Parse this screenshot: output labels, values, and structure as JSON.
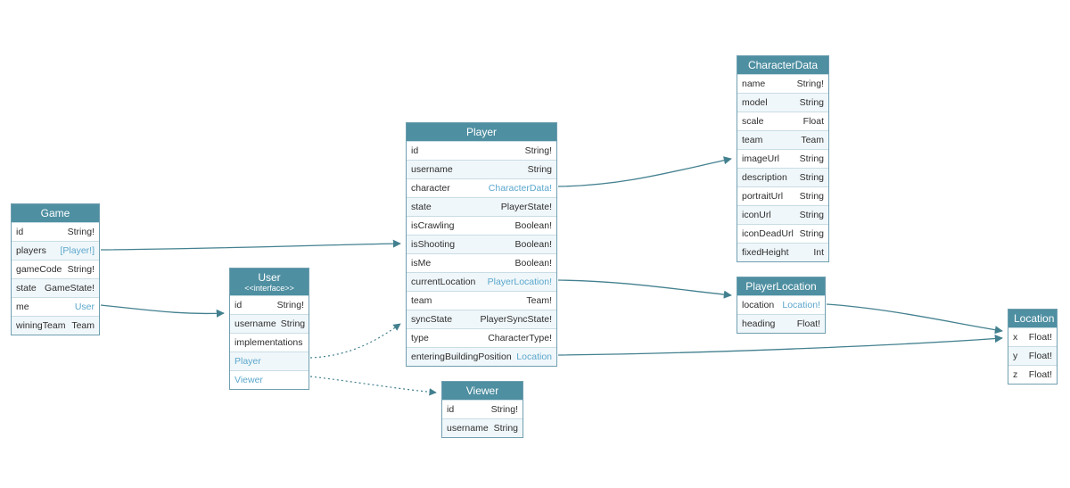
{
  "diagram": {
    "colors": {
      "header_bg": "#4e8fa1",
      "header_text": "#ffffff",
      "link_text": "#5ba7cc",
      "edge": "#43808f",
      "table_border": "#6f9fb0"
    },
    "tables": [
      {
        "title": "Game",
        "rows": [
          {
            "name": "id",
            "type": "String!"
          },
          {
            "name": "players",
            "type": "[Player!]",
            "type_link": true
          },
          {
            "name": "gameCode",
            "type": "String!"
          },
          {
            "name": "state",
            "type": "GameState!"
          },
          {
            "name": "me",
            "type": "User",
            "type_link": true
          },
          {
            "name": "winingTeam",
            "type": "Team"
          }
        ]
      },
      {
        "title": "User",
        "subtitle": "<<interface>>",
        "rows": [
          {
            "name": "id",
            "type": "String!"
          },
          {
            "name": "username",
            "type": "String"
          },
          {
            "name": "implementations",
            "section": true
          },
          {
            "name": "Player",
            "name_link": true
          },
          {
            "name": "Viewer",
            "name_link": true
          }
        ]
      },
      {
        "title": "Player",
        "rows": [
          {
            "name": "id",
            "type": "String!"
          },
          {
            "name": "username",
            "type": "String"
          },
          {
            "name": "character",
            "type": "CharacterData!",
            "type_link": true
          },
          {
            "name": "state",
            "type": "PlayerState!"
          },
          {
            "name": "isCrawling",
            "type": "Boolean!"
          },
          {
            "name": "isShooting",
            "type": "Boolean!"
          },
          {
            "name": "isMe",
            "type": "Boolean!"
          },
          {
            "name": "currentLocation",
            "type": "PlayerLocation!",
            "type_link": true
          },
          {
            "name": "team",
            "type": "Team!"
          },
          {
            "name": "syncState",
            "type": "PlayerSyncState!"
          },
          {
            "name": "type",
            "type": "CharacterType!"
          },
          {
            "name": "enteringBuildingPosition",
            "type": "Location",
            "type_link": true
          }
        ]
      },
      {
        "title": "CharacterData",
        "rows": [
          {
            "name": "name",
            "type": "String!"
          },
          {
            "name": "model",
            "type": "String"
          },
          {
            "name": "scale",
            "type": "Float"
          },
          {
            "name": "team",
            "type": "Team"
          },
          {
            "name": "imageUrl",
            "type": "String"
          },
          {
            "name": "description",
            "type": "String"
          },
          {
            "name": "portraitUrl",
            "type": "String"
          },
          {
            "name": "iconUrl",
            "type": "String"
          },
          {
            "name": "iconDeadUrl",
            "type": "String"
          },
          {
            "name": "fixedHeight",
            "type": "Int"
          }
        ]
      },
      {
        "title": "PlayerLocation",
        "rows": [
          {
            "name": "location",
            "type": "Location!",
            "type_link": true
          },
          {
            "name": "heading",
            "type": "Float!"
          }
        ]
      },
      {
        "title": "Location",
        "rows": [
          {
            "name": "x",
            "type": "Float!"
          },
          {
            "name": "y",
            "type": "Float!"
          },
          {
            "name": "z",
            "type": "Float!"
          }
        ]
      },
      {
        "title": "Viewer",
        "rows": [
          {
            "name": "id",
            "type": "String!"
          },
          {
            "name": "username",
            "type": "String"
          }
        ]
      }
    ],
    "edges": [
      {
        "from": "Game.players",
        "to": "Player",
        "style": "solid"
      },
      {
        "from": "Game.me",
        "to": "User",
        "style": "solid"
      },
      {
        "from": "Player.character",
        "to": "CharacterData",
        "style": "solid"
      },
      {
        "from": "Player.currentLocation",
        "to": "PlayerLocation",
        "style": "solid"
      },
      {
        "from": "Player.enteringBuildingPosition",
        "to": "Location",
        "style": "solid"
      },
      {
        "from": "PlayerLocation.location",
        "to": "Location",
        "style": "solid"
      },
      {
        "from": "User.Player",
        "to": "Player",
        "style": "dotted"
      },
      {
        "from": "User.Viewer",
        "to": "Viewer",
        "style": "dotted"
      }
    ]
  }
}
